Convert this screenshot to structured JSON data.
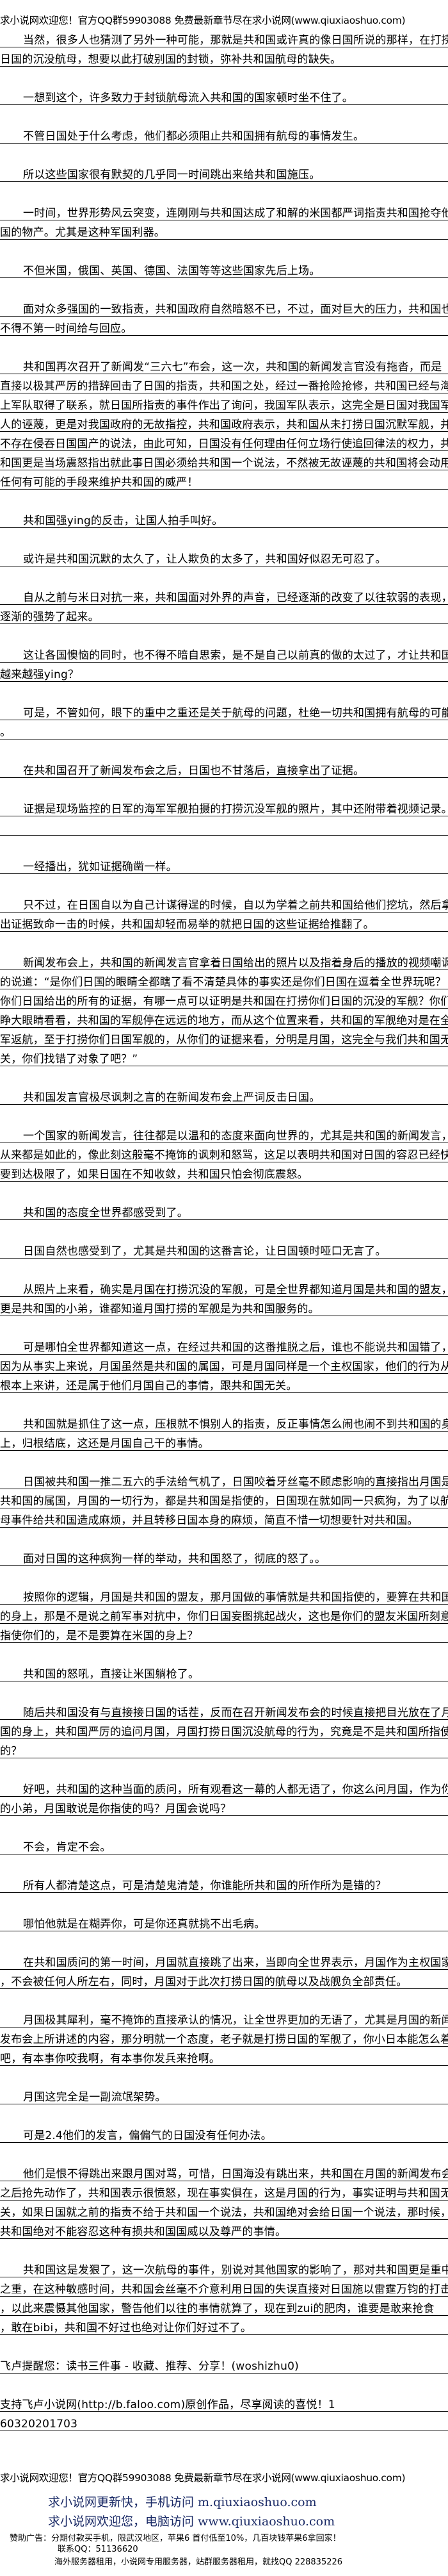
{
  "header": {
    "welcome": "求小说网欢迎您！官方QQ群59903088 免费最新章节尽在求小说网(www.qiuxiaoshuo.com)"
  },
  "paragraphs": [
    {
      "indent": true,
      "lines": [
        "当然，很多人也猜测了另外一种可能，那就是共和国或许真的像日国所说的那样，在打捞",
        "日国的沉没航母，想要以此打破别国的封锁，弥补共和国航母的缺失。"
      ]
    },
    {
      "indent": true,
      "lines": [
        "一想到这个，许多致力于封锁航母流入共和国的国家顿时坐不住了。"
      ]
    },
    {
      "indent": true,
      "lines": [
        "不管日国处于什么考虑，他们都必须阻止共和国拥有航母的事情发生。"
      ]
    },
    {
      "indent": true,
      "lines": [
        "所以这些国家很有默契的几乎同一时间跳出来给共和国施压。"
      ]
    },
    {
      "indent": true,
      "lines": [
        "一时间，世界形势风云突变，连刚刚与共和国达成了和解的米国都严词指责共和国抢夺他",
        "国的物产。尤其是这种军国利器。"
      ]
    },
    {
      "indent": true,
      "lines": [
        "不但米国，俄国、英国、德国、法国等等这些国家先后上场。"
      ]
    },
    {
      "indent": true,
      "lines": [
        "面对众多强国的一致指责，共和国政府自然暗怒不已，不过，面对巨大的压力，共和国也",
        "不得不第一时间给与回应。"
      ]
    },
    {
      "indent": true,
      "lines": [
        "共和国再次召开了新闻发“三六七”布会，这一次，共和国的新闻发言官没有拖沓，而是",
        "直接以极其严厉的措辞回击了日国的指责，共和国之处，经过一番抢险抢修，共和国已经与海",
        "上军队取得了联系，就日国所指责的事件作出了询问，我国军队表示，这完全是日国对我国军",
        "人的诬蔑，更是对我国政府的无故指控，共和国政府表示，共和国从未打捞日国沉默军舰，并",
        "不存在侵吞日国国产的说法，由此可知，日国没有任何理由任何立场行使追回律法的权力，共",
        "和国更是当场震怒指出就此事日国必须给共和国一个说法，不然被无故诬蔑的共和国将会动用",
        "任何有可能的手段来维护共和国的威严！"
      ]
    },
    {
      "indent": true,
      "lines": [
        "共和国强ying的反击，让国人拍手叫好。"
      ]
    },
    {
      "indent": true,
      "lines": [
        "或许是共和国沉默的太久了，让人欺负的太多了，共和国好似忍无可忍了。"
      ]
    },
    {
      "indent": true,
      "lines": [
        "自从之前与米日对抗一来，共和国面对外界的声音，已经逐渐的改变了以往软弱的表现，",
        "逐渐的强势了起来。"
      ]
    },
    {
      "indent": true,
      "lines": [
        "这让各国懊恼的同时，也不得不暗自思索，是不是自己以前真的做的太过了，才让共和国",
        "越来越强ying？"
      ]
    },
    {
      "indent": true,
      "lines": [
        "可是，不管如何，眼下的重中之重还是关于航母的问题，杜绝一切共和国拥有航母的可能",
        "。"
      ]
    },
    {
      "indent": true,
      "lines": [
        "在共和国召开了新闻发布会之后，日国也不甘落后，直接拿出了证据。"
      ]
    },
    {
      "indent": true,
      "lines": [
        "证据是现场监控的日军的海军军舰拍摄的打捞沉没军舰的照片，其中还附带着视频记录。",
        ""
      ]
    },
    {
      "indent": true,
      "lines": [
        "一经播出，犹如证据确凿一样。"
      ]
    },
    {
      "indent": true,
      "lines": [
        "只不过，在日国自以为自己计谋得逞的时候，自以为学着之前共和国给他们挖坑，然后拿",
        "出证据致命一击的时候，共和国却轻而易举的就把日国的这些证据给推翻了。"
      ]
    },
    {
      "indent": true,
      "lines": [
        "新闻发布会上，共和国的新闻发言官拿着日国给出的照片以及指着身后的播放的视频嘲讽",
        "的说道：“是你们日国的眼睛全都瞎了看不清楚具体的事实还是你们日国在逗着全世界玩呢？",
        "你们日国给出的所有的证据，有哪一点可以证明是共和国在打捞你们日国的沉没的军舰？你们",
        "睁大眼睛看看，共和国的军舰停在远远的地方，而从这个位置来看，共和国的军舰绝对是在全",
        "军返航，至于打捞你们日国军舰的，从你们的证据来看，分明是月国，这完全与我们共和国无",
        "关，你们找错了对象了吧？”"
      ]
    },
    {
      "indent": true,
      "lines": [
        "共和国发言官极尽讽刺之言的在新闻发布会上严词反击日国。"
      ]
    },
    {
      "indent": true,
      "lines": [
        "一个国家的新闻发言，往往都是以温和的态度来面向世界的，尤其是共和国的新闻发言，",
        "从来都是如此的，像此刻这般毫不掩饰的讽刺和怒骂，这足以表明共和国对日国的容忍已经快",
        "要到达极限了，如果日国在不知收敛，共和国只怕会彻底震怒。"
      ]
    },
    {
      "indent": true,
      "lines": [
        "共和国的态度全世界都感受到了。"
      ]
    },
    {
      "indent": true,
      "lines": [
        "日国自然也感受到了，尤其是共和国的这番言论，让日国顿时哑口无言了。"
      ]
    },
    {
      "indent": true,
      "lines": [
        "从照片上来看，确实是月国在打捞沉没的军舰，可是全世界都知道月国是共和国的盟友，",
        "更是共和国的小弟，谁都知道月国打捞的军舰是为共和国服务的。"
      ]
    },
    {
      "indent": true,
      "lines": [
        "可是哪怕全世界都知道这一点，在经过共和国的这番推脱之后，谁也不能说共和国错了，",
        "因为从事实上来说，月国虽然是共和国的属国，可是月国同样是一个主权国家，他们的行为从",
        "根本上来讲，还是属于他们月国自己的事情，跟共和国无关。"
      ]
    },
    {
      "indent": true,
      "lines": [
        "共和国就是抓住了这一点，压根就不惧别人的指责，反正事情怎么闹也闹不到共和国的身",
        "上，归根结底，这还是月国自己干的事情。"
      ]
    },
    {
      "indent": true,
      "lines": [
        "日国被共和国一推二五六的手法给气机了，日国咬着牙丝毫不顾虑影响的直接指出月国是",
        "共和国的属国，月国的一切行为，都是共和国是指使的，日国现在就如同一只疯狗，为了以航",
        "母事件给共和国造成麻烦，并且转移日国本身的麻烦，简直不惜一切想要针对共和国。"
      ]
    },
    {
      "indent": true,
      "lines": [
        "面对日国的这种疯狗一样的举动，共和国怒了，彻底的怒了。。"
      ]
    },
    {
      "indent": true,
      "lines": [
        "按照你的逻辑，月国是共和国的盟友，那月国做的事情就是共和国指使的，要算在共和国",
        "的身上，那是不是说之前军事对抗中，你们日国妄图挑起战火，这也是你们的盟友米国所刻意",
        "指使你们的，是不是要算在米国的身上？"
      ]
    },
    {
      "indent": true,
      "lines": [
        "共和国的怒吼，直接让米国躺枪了。"
      ]
    },
    {
      "indent": true,
      "lines": [
        "随后共和国没有与直接接日国的话茬，反而在召开新闻发布会的时候直接把目光放在了月",
        "国的身上，共和国严厉的追问月国，月国打捞日国沉没航母的行为，究竟是不是共和国所指使",
        "的？"
      ]
    },
    {
      "indent": true,
      "lines": [
        "好吧，共和国的这种当面的质问，所有观看这一幕的人都无语了，你这么问月国，作为你",
        "的小弟，月国敢说是你指使的吗？月国会说吗？"
      ]
    },
    {
      "indent": true,
      "lines": [
        "不会，肯定不会。"
      ]
    },
    {
      "indent": true,
      "lines": [
        "所有人都清楚这点，可是清楚鬼清楚，你谁能所共和国的所作所为是错的？"
      ]
    },
    {
      "indent": true,
      "lines": [
        "哪怕他就是在糊弄你，可是你还真就挑不出毛病。"
      ]
    },
    {
      "indent": true,
      "lines": [
        "在共和国质问的第一时间，月国就直接跳了出来，当即向全世界表示，月国作为主权国家",
        "，不会被任何人所左右，同时，月国对于此次打捞日国的航母以及战舰负全部责任。"
      ]
    },
    {
      "indent": true,
      "lines": [
        "月国极其犀利，毫不掩饰的直接承认的情况，让全世界更加的无语了，尤其是月国的新闻",
        "发布会上所讲述的内容，那分明就一个态度，老子就是打捞日国的军舰了，你小日本能怎么着",
        "吧，有本事你咬我啊，有本事你发兵来抢啊。"
      ]
    },
    {
      "indent": true,
      "lines": [
        "月国这完全是一副流氓架势。"
      ]
    },
    {
      "indent": true,
      "lines": [
        "可是2.4他们的发言，偏偏气的日国没有任何办法。"
      ]
    },
    {
      "indent": true,
      "lines": [
        "他们是恨不得跳出来跟月国对骂，可惜，日国海没有跳出来，共和国在月国的新闻发布会",
        "之后抢先动作了，共和国表示很愤怒，现在事实俱在，这是月国的行为，事实证明与共和国无",
        "关，如果日国就之前的指责不给于共和国一个说法，共和国绝对会给日国一个说法，那时候，",
        "共和国绝对不能容忍这种有损共和国国威以及尊严的事情。"
      ]
    },
    {
      "indent": true,
      "lines": [
        "共和国这是发狠了，这一次航母的事件，别说对其他国家的影响了，那对共和国更是重中",
        "之重，在这种敏感时间，共和国会丝毫不介意利用日国的失误直接对日国施以雷霆万钧的打击",
        "，以此来震慑其他国家，警告他们以往的事情就算了，现在到zui的肥肉，谁要是敢来抢食",
        "，敢在bibi，共和国不好过也绝对让你们好过不了。"
      ]
    },
    {
      "indent": false,
      "lines": [
        "飞卢提醒您：读书三件事 - 收藏、推荐、分享！(woshizhu0)"
      ]
    },
    {
      "indent": false,
      "lines": [
        "支持飞卢小说网(http://b.faloo.com)原创作品，尽享阅读的喜悦！1",
        "60320201703"
      ]
    }
  ],
  "footer": {
    "welcome": "求小说网欢迎您！官方QQ群59903088 免费最新章节尽在求小说网(www.qiuxiaoshuo.com)",
    "mobile": "求小说网更新快，手机访问 m.qiuxiaoshuo.com",
    "desktop": "求小说网欢迎您，电脑访问 www.qiuxiaoshuo.com",
    "sponsor": "赞助广告：分期付款买手机，限武汉地区，苹果6 首付低至10%，几百块钱苹果6拿回家！",
    "sponsor_contact": "联系QQ：51136620",
    "server_ad": "海外服务器租用，小说网专用服务器，站群服务器租用，就找QQ 228835226"
  },
  "colors": {
    "ad_link": "#1a2a66",
    "rule": "#000000"
  }
}
